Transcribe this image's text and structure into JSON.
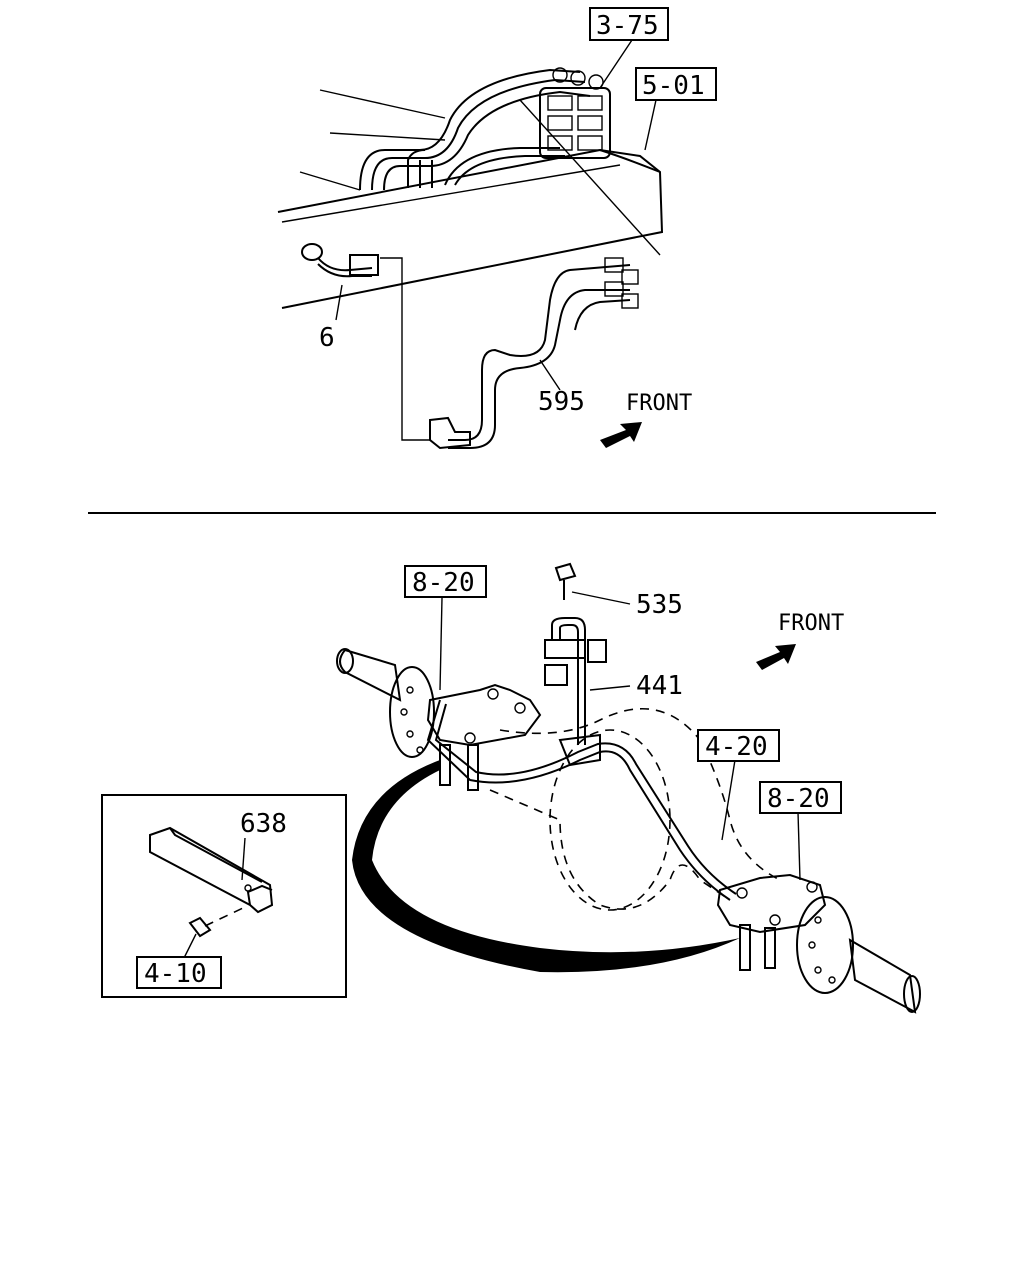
{
  "labels": {
    "ref_3_75": "3-75",
    "ref_5_01": "5-01",
    "part_6": "6",
    "part_595": "595",
    "front_top": "FRONT",
    "ref_8_20_left": "8-20",
    "part_535": "535",
    "front_bottom": "FRONT",
    "part_441": "441",
    "ref_4_20": "4-20",
    "ref_8_20_right": "8-20",
    "part_638": "638",
    "ref_4_10": "4-10"
  },
  "icons": {
    "front_arrow": "front-arrow-icon"
  }
}
